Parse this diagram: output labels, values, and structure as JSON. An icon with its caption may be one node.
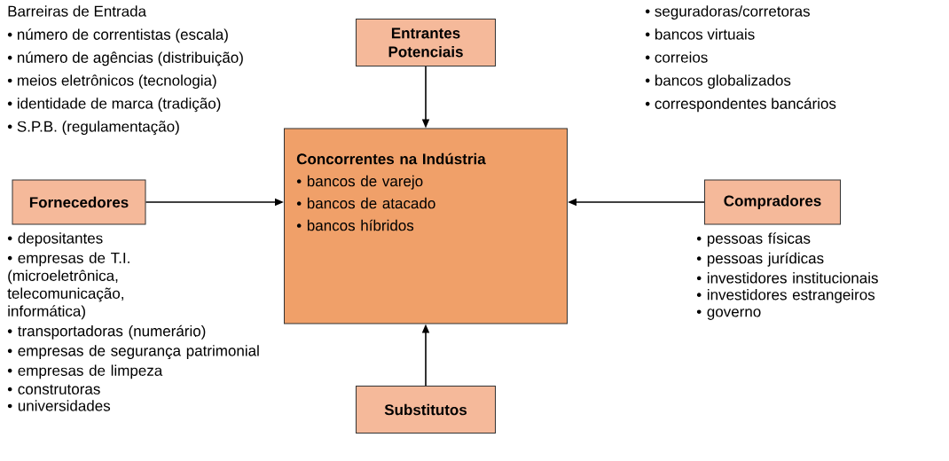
{
  "diagram": {
    "nodes": [
      {
        "text": [
          "Entrantes Potenciais"
        ]
      },
      {
        "text": [
          "Concorrentes na Indústria",
          "• bancos de varejo",
          "• bancos de atacado",
          "• bancos híbridos"
        ]
      },
      {
        "text": [
          "Fornecedores"
        ],
        "beside": [
          "• depositantes",
          "• empresas de T.I. (microeletrônica, telecomunicação, informática)",
          "• transportadoras (numerário)",
          "• empresas de segurança patrimonial",
          "• empresas de limpeza",
          "• construtoras",
          "• universidades"
        ]
      },
      {
        "text": [
          "Compradores"
        ],
        "beside": [
          "• pessoas físicas",
          "• pessoas jurídicas",
          "• investidores institucionais",
          "• investidores estrangeiros",
          "• governo"
        ]
      },
      {
        "text": [
          "Substitutos"
        ]
      }
    ],
    "edges": [
      {
        "from": 0,
        "to": 1,
        "arrow": "to"
      },
      {
        "from": 2,
        "to": 1,
        "arrow": "to"
      },
      {
        "from": 3,
        "to": 1,
        "arrow": "to"
      },
      {
        "from": 4,
        "to": 1,
        "arrow": "to"
      }
    ],
    "labels": [
      "Barreiras de Entrada",
      "• número de correntistas (escala)",
      "• número de agências (distribuição)",
      "• meios eletrônicos (tecnologia)",
      "• identidade de marca (tradição)",
      "• S.P.B. (regulamentação)",
      "• seguradoras/corretoras",
      "• bancos virtuais",
      "• correios",
      "• bancos globalizados",
      "• correspondentes bancários"
    ]
  }
}
